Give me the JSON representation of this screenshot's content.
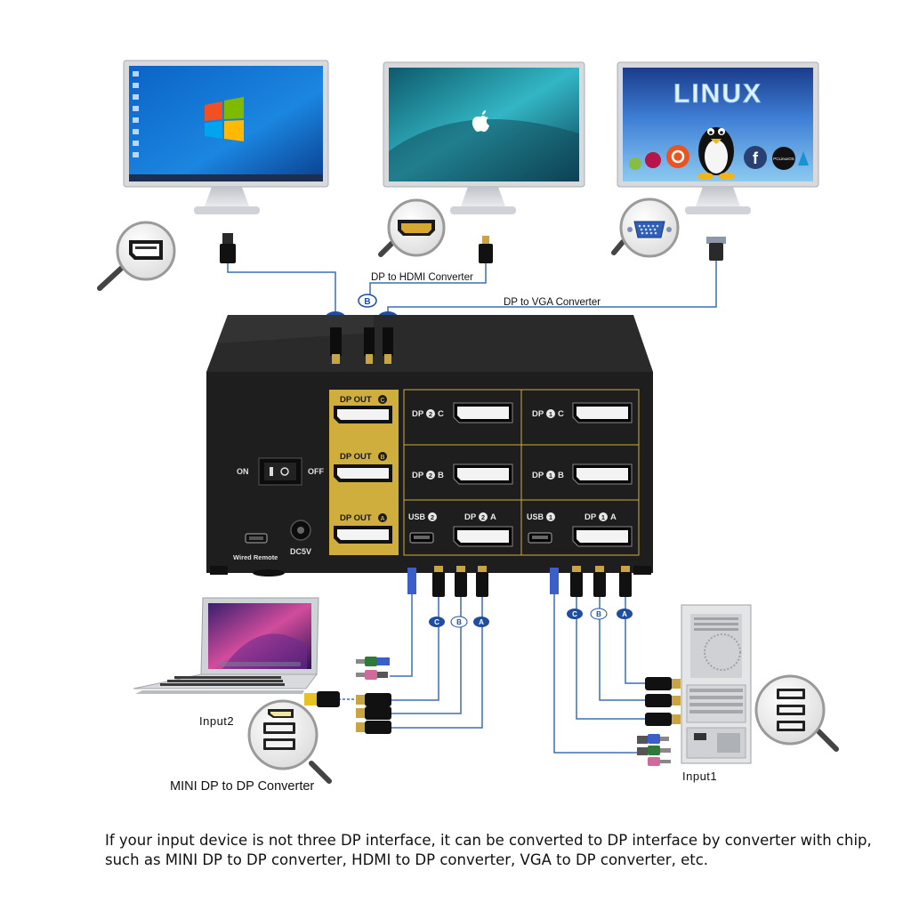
{
  "monitors": {
    "windows": {
      "os": "windows-logo"
    },
    "mac": {
      "os": "apple-logo"
    },
    "linux": {
      "title": "LINUX",
      "badge": "PCLinuxOS"
    }
  },
  "callouts": {
    "dp_to_hdmi": "DP to HDMI Converter",
    "dp_to_vga": "DP to VGA Converter",
    "mini_dp": "MINI DP to DP Converter"
  },
  "badges": {
    "a": "A",
    "b": "B",
    "c": "C"
  },
  "switch": {
    "on": "ON",
    "off": "OFF",
    "dc": "DC5V",
    "wired_remote": "Wired Remote",
    "out_c": "DP OUT",
    "out_b": "DP OUT",
    "out_a": "DP OUT",
    "out_c_letter": "C",
    "out_b_letter": "B",
    "out_a_letter": "A",
    "dp2c_prefix": "DP",
    "dp2c_num": "2",
    "dp2c_suffix": "C",
    "dp2b_prefix": "DP",
    "dp2b_num": "2",
    "dp2b_suffix": "B",
    "dp2a_prefix": "DP",
    "dp2a_num": "2",
    "dp2a_suffix": "A",
    "dp1c_prefix": "DP",
    "dp1c_num": "1",
    "dp1c_suffix": "C",
    "dp1b_prefix": "DP",
    "dp1b_num": "1",
    "dp1b_suffix": "B",
    "dp1a_prefix": "DP",
    "dp1a_num": "1",
    "dp1a_suffix": "A",
    "usb2_prefix": "USB",
    "usb2_num": "2",
    "usb1_prefix": "USB",
    "usb1_num": "1"
  },
  "inputs": {
    "input2": "Input2",
    "input1": "Input1"
  },
  "caption": {
    "line1": "If your input device is not three DP interface, it can be converted to DP  interface by converter with chip,",
    "line2": "such as MINI DP to DP converter, HDMI to DP converter, VGA to DP converter, etc."
  },
  "colors": {
    "line": "#3d6fb3",
    "gold": "#cfae3d",
    "panel": "#1e1e1e",
    "badge": "#1f4ea0"
  }
}
